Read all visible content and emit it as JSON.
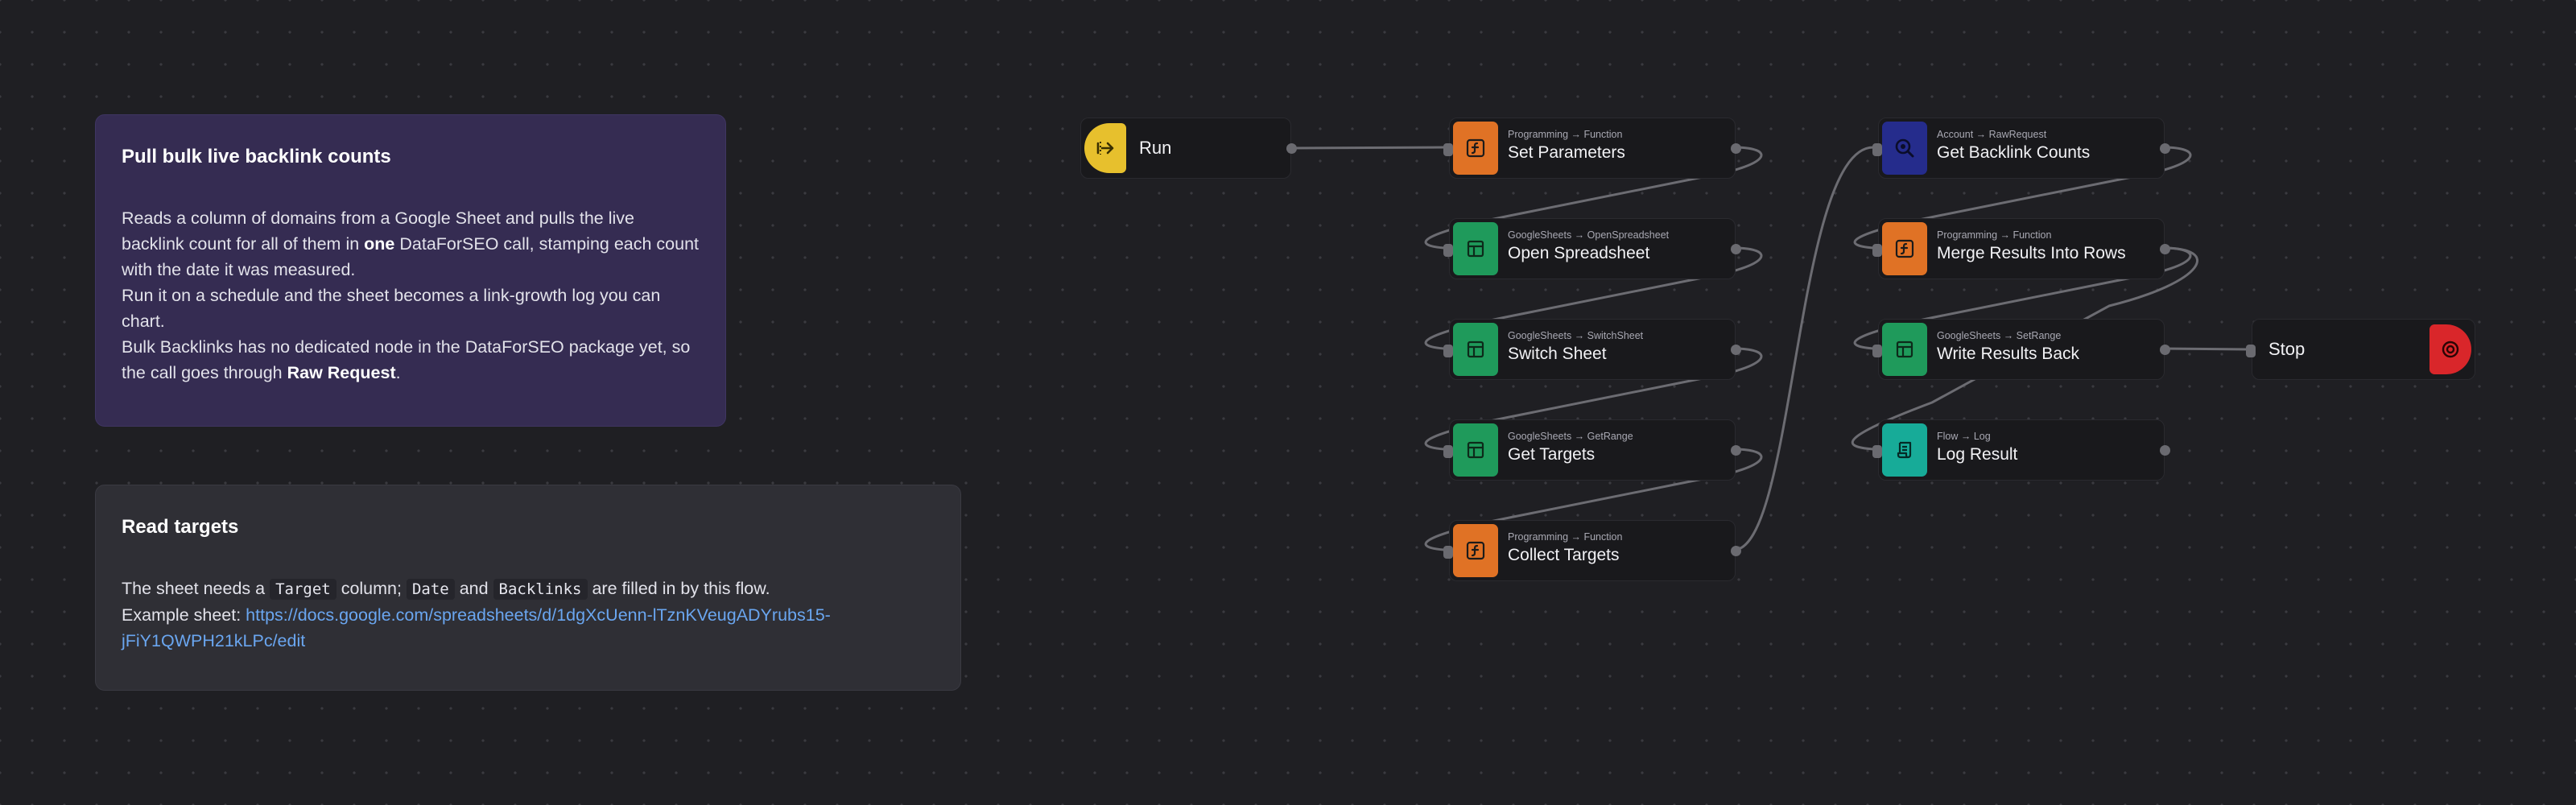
{
  "notes": {
    "intro": {
      "title": "Pull bulk live backlink counts",
      "line1_pre": "Reads a column of domains from a Google Sheet and pulls the live backlink count for all of them in ",
      "line1_bold": "one",
      "line1_post": " DataForSEO call, stamping each count with the date it was measured.",
      "line2": "Run it on a schedule and the sheet becomes a link-growth log you can chart.",
      "line3_pre": "Bulk Backlinks has no dedicated node in the DataForSEO package yet, so the call goes through ",
      "line3_bold": "Raw Request",
      "line3_post": "."
    },
    "targets": {
      "title": "Read targets",
      "l1_a": "The sheet needs a ",
      "code_target": "Target",
      "l1_b": " column; ",
      "code_date": "Date",
      "l1_c": " and ",
      "code_backlinks": "Backlinks",
      "l1_d": " are filled in by this flow.",
      "l2_label": "Example sheet: ",
      "l2_link": "https://docs.google.com/spreadsheets/d/1dgXcUenn-lTznKVeugADYrubs15-jFiY1QWPH21kLPc/edit"
    }
  },
  "nodes": {
    "run": {
      "name": "Run",
      "icon": "play-arrow-icon",
      "color": "#e7c02d"
    },
    "set_parameters": {
      "sub": "Programming → Function",
      "name": "Set Parameters",
      "icon": "function-icon",
      "color": "#e07225"
    },
    "open_spreadsheet": {
      "sub": "GoogleSheets → OpenSpreadsheet",
      "name": "Open Spreadsheet",
      "icon": "sheet-icon",
      "color": "#1f9a5b"
    },
    "switch_sheet": {
      "sub": "GoogleSheets → SwitchSheet",
      "name": "Switch Sheet",
      "icon": "sheet-icon",
      "color": "#1f9a5b"
    },
    "get_targets": {
      "sub": "GoogleSheets → GetRange",
      "name": "Get Targets",
      "icon": "sheet-icon",
      "color": "#1f9a5b"
    },
    "collect_targets": {
      "sub": "Programming → Function",
      "name": "Collect Targets",
      "icon": "function-icon",
      "color": "#e07225"
    },
    "get_backlink_counts": {
      "sub": "Account → RawRequest",
      "name": "Get Backlink Counts",
      "icon": "search-icon",
      "color": "#252c8c"
    },
    "merge_results": {
      "sub": "Programming → Function",
      "name": "Merge Results Into Rows",
      "icon": "function-icon",
      "color": "#e07225"
    },
    "write_results": {
      "sub": "GoogleSheets → SetRange",
      "name": "Write Results Back",
      "icon": "sheet-icon",
      "color": "#1f9a5b"
    },
    "log_result": {
      "sub": "Flow → Log",
      "name": "Log Result",
      "icon": "log-scroll-icon",
      "color": "#17ab98"
    },
    "stop": {
      "name": "Stop",
      "icon": "stop-icon",
      "color": "#d9262a"
    }
  }
}
